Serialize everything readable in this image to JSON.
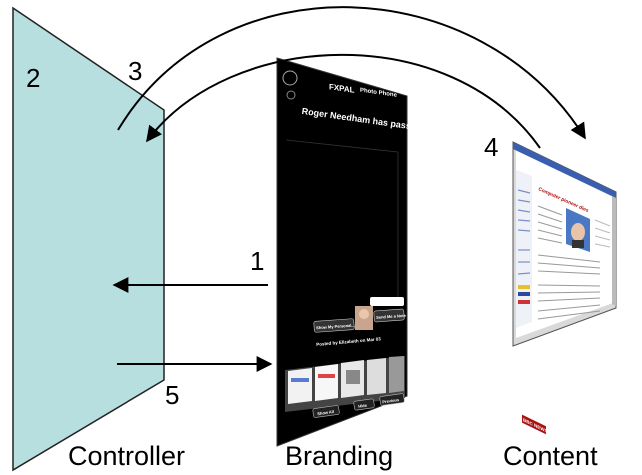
{
  "step_labels": {
    "s1": "1",
    "s2": "2",
    "s3": "3",
    "s4": "4",
    "s5": "5"
  },
  "captions": {
    "controller": "Controller",
    "branding": "Branding",
    "content": "Content"
  },
  "branding_screen": {
    "logo": "FXPAL",
    "subtitle": "Photo Phone",
    "headline": "Roger Needham has passed away",
    "button_show": "Show My Personal...",
    "button_send": "Send Me a Note",
    "posted_by": "Posted by Elizabeth on Mar 03",
    "footer_buttons": [
      "Show All",
      "Hide",
      "Previous"
    ]
  },
  "content_screen": {
    "site_logo": "BBC NEWS",
    "article_heading": "Computer pioneer dies"
  },
  "colors": {
    "controller_fill": "#b7dfe0",
    "branding_bg": "#000000",
    "arrow": "#000000"
  }
}
